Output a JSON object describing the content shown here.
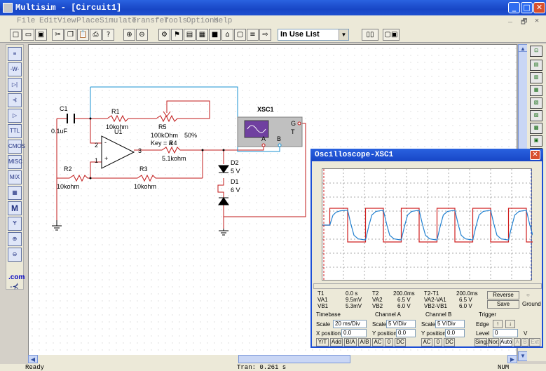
{
  "app": {
    "title": "Multisim - [Circuit1]"
  },
  "menu": [
    "File",
    "Edit",
    "View",
    "Place",
    "Simulate",
    "Transfer",
    "Tools",
    "Options",
    "Help"
  ],
  "toolbar": {
    "in_use": "In Use List"
  },
  "side": {
    "com": ".com"
  },
  "circuit": {
    "c1": "C1",
    "c1v": "0.1uF",
    "r1": "R1",
    "r1v": "10kohm",
    "r5": "R5",
    "r5v": "100kOhm",
    "r5k": "Key = a",
    "r5p": "50%",
    "u1": "U1",
    "r4": "R4",
    "r4v": "5.1kohm",
    "r2": "R2",
    "r2v": "10kohm",
    "r3": "R3",
    "r3v": "10kohm",
    "d2": "D2",
    "d2v": "5 V",
    "d1": "D1",
    "d1v": "6 V",
    "xsc": "XSC1",
    "pa": "A",
    "pb": "B",
    "pg": "G",
    "pt": "T",
    "n2": "2",
    "n3": "3",
    "n1": "1",
    "minus": "-",
    "plus": "+"
  },
  "scope": {
    "title": "Oscilloscope-XSC1",
    "t1": "T1",
    "t1v": "0.0 s",
    "va1": "VA1",
    "va1v": "9.5mV",
    "vb1": "VB1",
    "vb1v": "5.3mV",
    "t2": "T2",
    "t2v": "200.0ms",
    "va2": "VA2",
    "va2v": "6.5 V",
    "vb2": "VB2",
    "vb2v": "6.0 V",
    "dt": "T2-T1",
    "dtv": "200.0ms",
    "dva": "VA2-VA1",
    "dvav": "6.5 V",
    "dvb": "VB2-VB1",
    "dvbv": "6.0 V",
    "reverse": "Reverse",
    "save": "Save",
    "ground": "Ground",
    "timebase": "Timebase",
    "scale": "Scale",
    "tb_scale": "20 ms/Div",
    "xpos": "X position",
    "xpos_v": "0.0",
    "yt": "Y/T",
    "add": "Add",
    "ba": "B/A",
    "ab": "A/B",
    "cha": "Channel A",
    "cha_scale": "5 V/Div",
    "ypos": "Y position",
    "cha_ypos": "0.0",
    "chb": "Channel B",
    "chb_scale": "5 V/Div",
    "chb_ypos": "0.0",
    "ac": "AC",
    "zero": "0",
    "dc": "DC",
    "trigger": "Trigger",
    "edge": "Edge",
    "level": "Level",
    "level_v": "0",
    "lvunit": "V",
    "sing": "Sing.",
    "nor": "Nor.",
    "auto": "Auto",
    "trig_a": "A",
    "trig_b": "B",
    "trig_ext": "Ext"
  },
  "status": {
    "ready": "Ready",
    "tran": "Tran: 0.261 s",
    "num": "NUM"
  },
  "chart_data": {
    "type": "line",
    "title": "",
    "xlim": [
      0,
      200
    ],
    "ylim": [
      -20,
      20
    ],
    "series": [
      {
        "color": "#d02020",
        "x": [
          0,
          7,
          7,
          24,
          24,
          41,
          41,
          58,
          58,
          75,
          75,
          92,
          92,
          109,
          109,
          126,
          126,
          143,
          143,
          160,
          160,
          177,
          177,
          194,
          194,
          200
        ],
        "y": [
          0,
          0,
          6,
          6,
          -6,
          -6,
          6,
          6,
          -6,
          -6,
          6,
          6,
          -6,
          -6,
          6,
          6,
          -6,
          -6,
          6,
          6,
          -6,
          -6,
          6,
          6,
          -6,
          -6
        ]
      },
      {
        "color": "#2080d0",
        "x": [
          0,
          7,
          10,
          13,
          17,
          24,
          27,
          30,
          34,
          41,
          44,
          47,
          51,
          58,
          61,
          64,
          68,
          75,
          78,
          81,
          85,
          92,
          95,
          98,
          102,
          109,
          112,
          115,
          119,
          126,
          129,
          132,
          136,
          143,
          146,
          149,
          153,
          160,
          163,
          166,
          170,
          177,
          180,
          183,
          187,
          194,
          197,
          200
        ],
        "y": [
          0,
          0,
          3.5,
          4.6,
          5.1,
          5.3,
          0.5,
          -3.6,
          -4.9,
          -5.3,
          -0.5,
          3.6,
          4.9,
          5.3,
          0.5,
          -3.6,
          -4.9,
          -5.3,
          -0.5,
          3.6,
          4.9,
          5.3,
          0.5,
          -3.6,
          -4.9,
          -5.3,
          -0.5,
          3.6,
          4.9,
          5.3,
          0.5,
          -3.6,
          -4.9,
          -5.3,
          -0.5,
          3.6,
          4.9,
          5.3,
          0.5,
          -3.6,
          -4.9,
          -5.3,
          -0.5,
          3.6,
          4.9,
          5.3,
          0.5,
          -3.6
        ]
      }
    ]
  }
}
